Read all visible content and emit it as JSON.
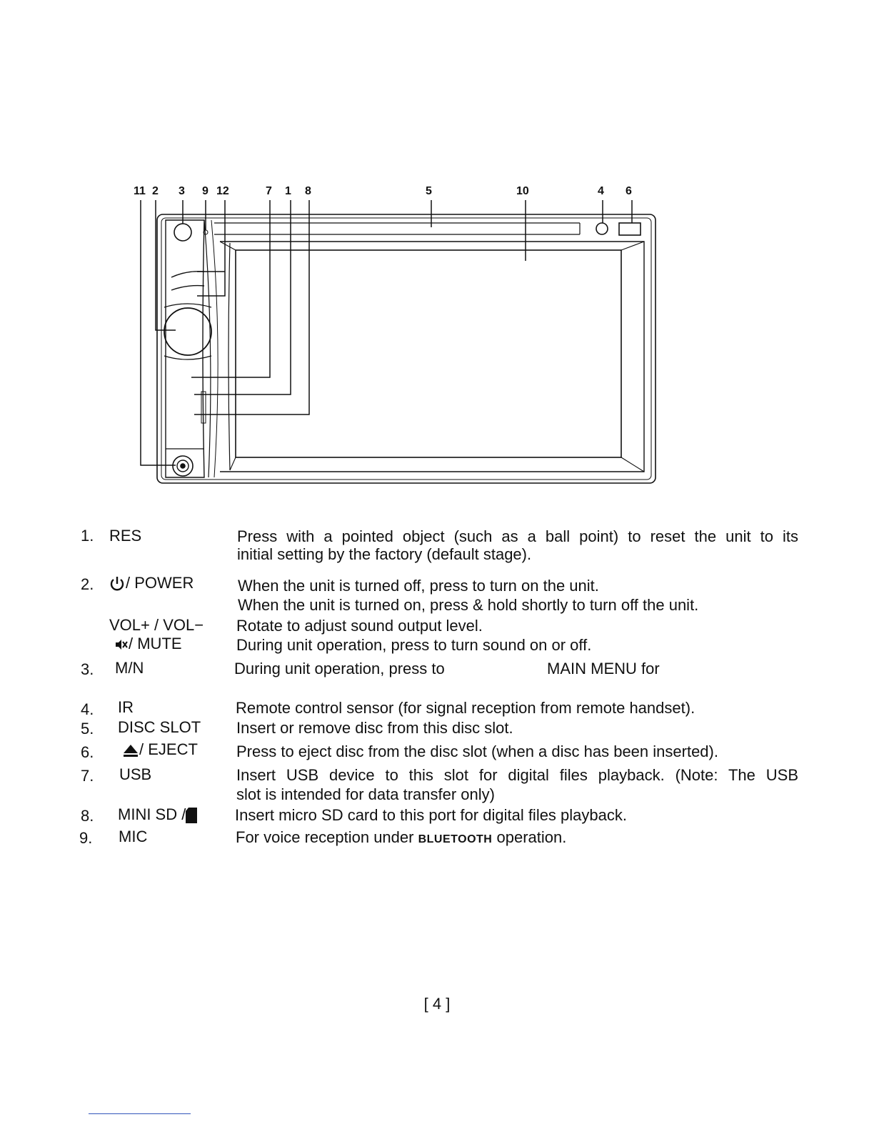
{
  "diagram": {
    "callouts": [
      "11",
      "2",
      "3",
      "9",
      "12",
      "7",
      "1",
      "8",
      "5",
      "10",
      "4",
      "6"
    ]
  },
  "items": [
    {
      "num": "1.",
      "label": "RES",
      "desc": [
        "Press with a pointed object (such as a ball point) to reset the unit to its",
        "initial setting by the factory (default stage)."
      ]
    },
    {
      "num": "2.",
      "label": "/ POWER",
      "icon": "power-icon",
      "desc": [
        "When the unit is turned off, press to turn on the unit.",
        "When the unit is turned on, press & hold shortly to turn off the unit."
      ]
    },
    {
      "num": "",
      "label": "VOL+ / VOL−",
      "desc": [
        "Rotate to adjust sound output level."
      ]
    },
    {
      "num": "",
      "label": "/ MUTE",
      "icon": "mute-icon",
      "desc": [
        "During unit operation, press to  turn sound on or off."
      ]
    },
    {
      "num": "3.",
      "label": "M/N",
      "desc": [
        "During unit operation, press to",
        "MAIN MENU for"
      ]
    },
    {
      "num": "4.",
      "label": "IR",
      "desc": [
        "Remote control sensor (for signal reception from remote handset)."
      ]
    },
    {
      "num": "5.",
      "label": "DISC SLOT",
      "desc": [
        "Insert or remove disc from this disc slot."
      ]
    },
    {
      "num": "6.",
      "label": "/ EJECT",
      "icon": "eject-icon",
      "desc": [
        "Press to eject disc from the disc slot (when a disc has been inserted)."
      ]
    },
    {
      "num": "7.",
      "label": "USB",
      "desc": [
        "Insert USB device to this slot for digital files playback. (Note: The USB",
        "slot is intended for data transfer only)"
      ]
    },
    {
      "num": "8.",
      "label": "MINI SD /",
      "icon": "sd-card-icon",
      "desc": [
        "Insert micro SD card to this port for digital files playback."
      ]
    },
    {
      "num": "9.",
      "label": "MIC",
      "desc": [
        "For voice reception under",
        "BLUETOOTH",
        "operation."
      ]
    }
  ],
  "page_number": "[ 4 ]"
}
